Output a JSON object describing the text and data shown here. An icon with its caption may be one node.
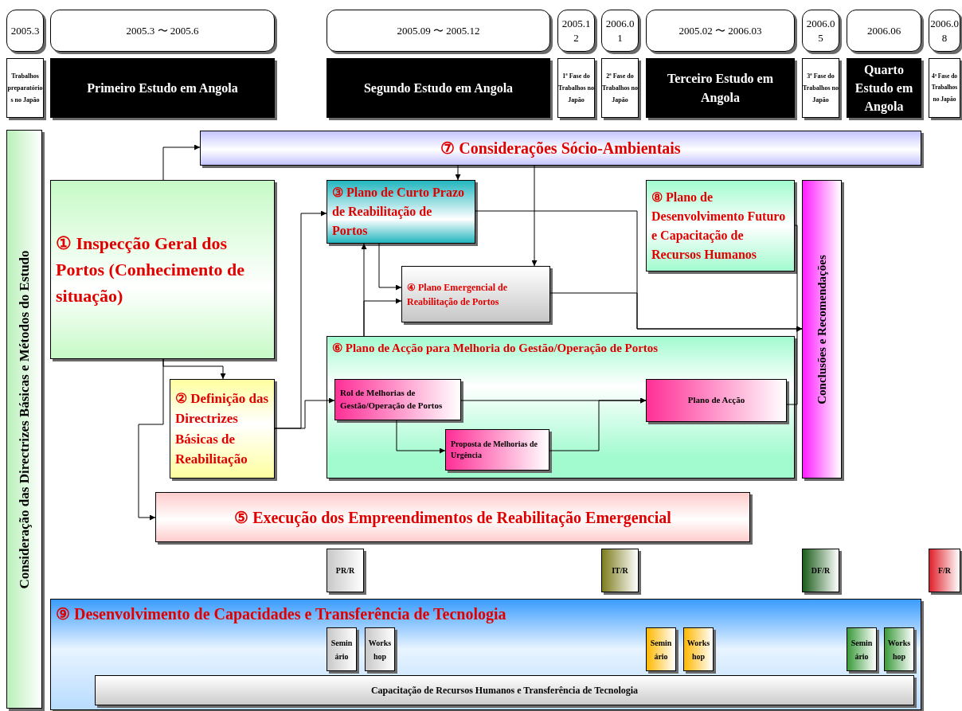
{
  "diagram": {
    "nodes": [
      {
        "text": [
          "2005.3"
        ]
      },
      {
        "text": [
          "2005.3 〜 2005.6"
        ]
      },
      {
        "text": [
          "2005.09 〜 2005.12"
        ]
      },
      {
        "text": [
          "2005.12"
        ]
      },
      {
        "text": [
          "2006.01"
        ]
      },
      {
        "text": [
          "2005.02 〜 2006.03"
        ]
      },
      {
        "text": [
          "2006.05"
        ]
      },
      {
        "text": [
          "2006.06"
        ]
      },
      {
        "text": [
          "2006.08"
        ]
      },
      {
        "text": [
          "Trabalhos preparatórios no Japão"
        ]
      },
      {
        "text": [
          "Primeiro Estudo em Angola"
        ]
      },
      {
        "text": [
          "Segundo Estudo em Angola"
        ]
      },
      {
        "text": [
          "1ª Fase do Trabalhos no Japão"
        ]
      },
      {
        "text": [
          "2ª Fase do Trabalhos no Japão"
        ]
      },
      {
        "text": [
          "Terceiro Estudo em Angola"
        ]
      },
      {
        "text": [
          "3ª Fase do Trabalhos no Japão"
        ]
      },
      {
        "text": [
          "Quarto Estudo em Angola"
        ]
      },
      {
        "text": [
          "4ª Fase do Trabalhos no Japão"
        ]
      },
      {
        "text": [
          "Consideração das Directrizes Básicas e Métodos do Estudo"
        ]
      },
      {
        "text": [
          "⑦ Considerações Sócio-Ambientais"
        ]
      },
      {
        "text": [
          "① Inspecção Geral dos Portos (Conhecimento de situação)"
        ]
      },
      {
        "text": [
          "③ Plano de Curto Prazo de Reabilitação de Portos"
        ]
      },
      {
        "text": [
          "④ Plano Emergencial de Reabilitação de Portos"
        ]
      },
      {
        "text": [
          "⑧ Plano de Desenvolvimento Futuro e Capacitação de Recursos Humanos"
        ]
      },
      {
        "text": [
          "Conclusões e Recomendações"
        ]
      },
      {
        "text": [
          "② Definição das Directrizes Básicas de Reabilitação"
        ]
      },
      {
        "text": [
          "⑥ Plano de Acção para Melhoria do Gestão/Operação de Portos"
        ]
      },
      {
        "text": [
          "Rol de Melhorias de Gestão/Operação de Portos"
        ],
        "in": 26
      },
      {
        "text": [
          "Proposta de Melhorias de Urgência"
        ],
        "in": 26
      },
      {
        "text": [
          "Plano de Acção"
        ],
        "in": 26
      },
      {
        "text": [
          "⑤ Execução dos Empreendimentos de Reabilitação Emergencial"
        ]
      },
      {
        "text": [
          "PR/R"
        ]
      },
      {
        "text": [
          "IT/R"
        ]
      },
      {
        "text": [
          "DF/R"
        ]
      },
      {
        "text": [
          "F/R"
        ]
      },
      {
        "text": [
          "⑨ Desenvolvimento de Capacidades e Transferência de Tecnologia"
        ]
      },
      {
        "text": [
          "Seminário"
        ],
        "in": 35
      },
      {
        "text": [
          "Workshop"
        ],
        "in": 35
      },
      {
        "text": [
          "Seminário"
        ],
        "in": 35
      },
      {
        "text": [
          "Workshop"
        ],
        "in": 35
      },
      {
        "text": [
          "Seminário"
        ],
        "in": 35
      },
      {
        "text": [
          "Workshop"
        ],
        "in": 35
      },
      {
        "text": [
          "Capacitação de Recursos Humanos e Transferência de Tecnologia"
        ],
        "in": 35
      }
    ],
    "edges": [
      {
        "from": 20,
        "to": 19,
        "arrow": "to"
      },
      {
        "from": 20,
        "to": 25,
        "arrow": "to"
      },
      {
        "from": 20,
        "to": 30,
        "arrow": "to"
      },
      {
        "from": 19,
        "to": 21,
        "arrow": "to"
      },
      {
        "from": 19,
        "to": 22,
        "arrow": "to"
      },
      {
        "from": 25,
        "to": 21,
        "arrow": "to"
      },
      {
        "from": 25,
        "to": 27,
        "arrow": "to"
      },
      {
        "from": 21,
        "to": 22,
        "arrow": "to"
      },
      {
        "from": 26,
        "to": 21,
        "arrow": "to"
      },
      {
        "from": 26,
        "to": 22,
        "arrow": "to"
      },
      {
        "from": 21,
        "to": 24,
        "arrow": "to"
      },
      {
        "from": 22,
        "to": 24,
        "arrow": "to"
      },
      {
        "from": 23,
        "to": 24,
        "arrow": "to"
      },
      {
        "from": 29,
        "to": 24,
        "arrow": "to"
      },
      {
        "from": 27,
        "to": 29,
        "arrow": "to"
      },
      {
        "from": 27,
        "to": 28,
        "arrow": "to"
      },
      {
        "from": 28,
        "to": 29,
        "arrow": "to"
      }
    ]
  }
}
